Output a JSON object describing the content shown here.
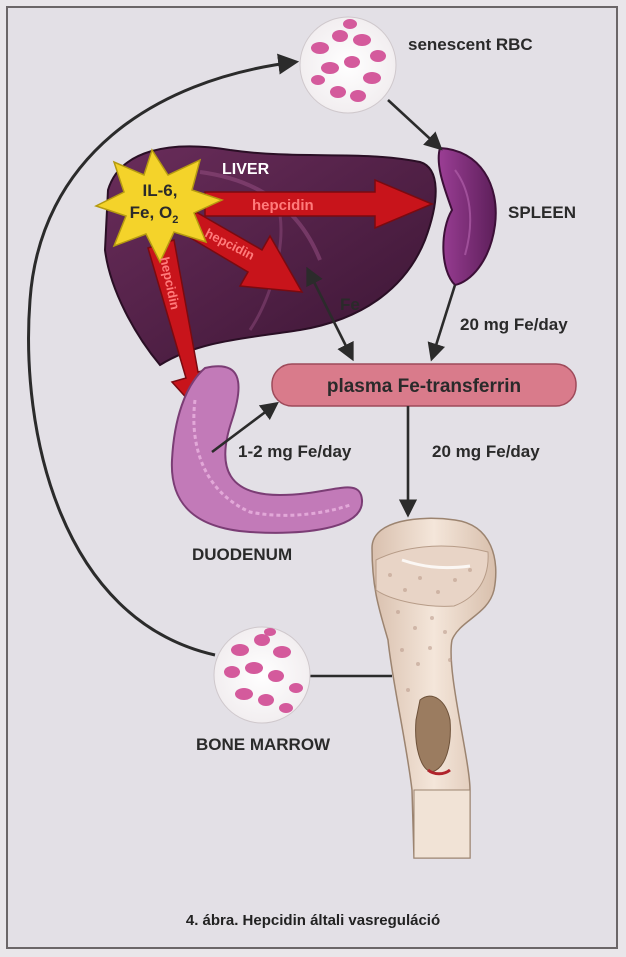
{
  "labels": {
    "senescent_rbc": "senescent RBC",
    "liver": "LIVER",
    "spleen": "SPLEEN",
    "fe": "Fe",
    "rate_spleen": "20 mg Fe/day",
    "plasma": "plasma Fe-transferrin",
    "rate_duodenum": "1-2 mg Fe/day",
    "rate_marrow": "20 mg Fe/day",
    "duodenum": "DUODENUM",
    "bone_marrow": "BONE MARROW"
  },
  "star": {
    "line1": "IL-6,",
    "line2": "Fe, O",
    "line2_sub": "2"
  },
  "hepcidin": {
    "to_spleen": "hepcidin",
    "to_plasma": "hepcidin",
    "to_duodenum": "hepcidin"
  },
  "caption": "4. ábra. Hepcidin általi vasreguláció",
  "colors": {
    "liver": "#4e2244",
    "spleen": "#7d2f7a",
    "hepcidin_arrow": "#c8141b",
    "star": "#f4d32a",
    "plasma_box": "#d97b8b",
    "duodenum": "#c27ab8",
    "rbc": "#d45a9c",
    "bone": "#e9d6c6",
    "background": "#e3e0e6"
  }
}
